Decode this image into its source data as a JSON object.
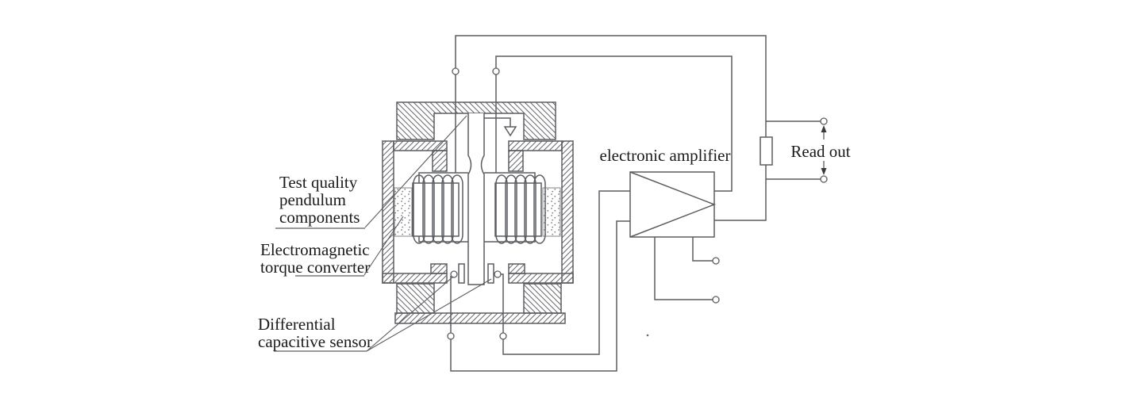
{
  "figure": {
    "device_labels": {
      "pendulum": {
        "lines": [
          "Test quality",
          "pendulum",
          "components"
        ]
      },
      "torquer": {
        "lines": [
          "Electromagnetic",
          "torque converter"
        ]
      },
      "sensor": {
        "lines": [
          "Differential",
          "capacitive sensor"
        ]
      }
    },
    "amplifier_label": "electronic amplifier",
    "readout_label": "Read out"
  },
  "symbols": {
    "amplifier": "opamp-triangle",
    "readout_resistor": "resistor-rectangle",
    "wire_terminal": "open-circle",
    "deflection_arrow": "open-down-arrow",
    "readout_polarity": "up-down-arrows",
    "section_hatching": "diagonal-hatch",
    "magnet_fill": "stipple-dots"
  },
  "colors": {
    "background": "#ffffff",
    "line": "#5c5d61",
    "hatch": "#66676b",
    "text": "#1a1a1c"
  }
}
